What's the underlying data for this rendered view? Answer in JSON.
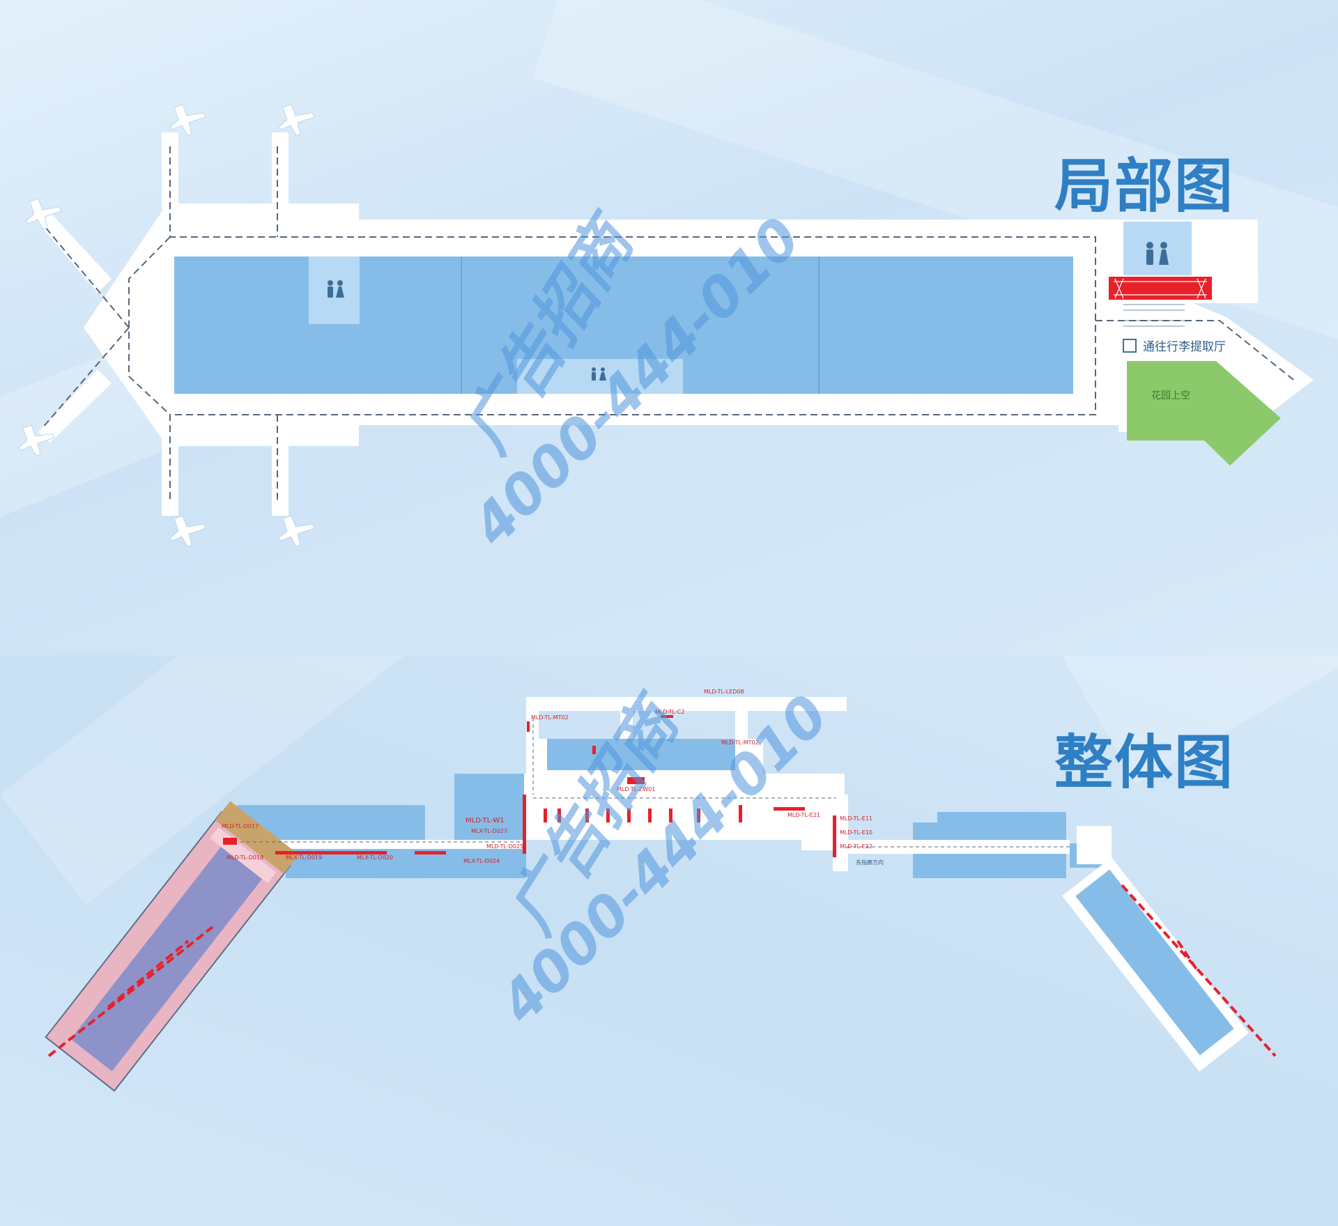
{
  "detail": {
    "title": "局部图",
    "exit_label": "通往行李提取厅",
    "green_zone_label": "花园上空",
    "colors": {
      "hall": "#86bde8",
      "accent": "#e8202a",
      "green": "#8cc96a",
      "walkway": "#ffffff"
    }
  },
  "overview": {
    "title": "整体图",
    "labels": [
      "MLD-TL-LED08",
      "MLD-TL-C2",
      "MLD-TL-MT02",
      "MLD-TL-MT02",
      "MLD-TL-ZW01",
      "MLD-TL-W1",
      "MLX-TL-D027",
      "MLD-TL-D025",
      "MLX-TL-D024",
      "MLD-TL-D017",
      "MLD-TL-D018",
      "MLX-TL-D019",
      "MLX-TL-D020",
      "MLD-TL-E21",
      "MLD-TL-E11",
      "MLD-TL-E10",
      "MLD-TL-E12"
    ],
    "direction_label": "东指廊方向"
  },
  "watermark": {
    "line1": "广告招商",
    "line2": "4000-444-010"
  }
}
